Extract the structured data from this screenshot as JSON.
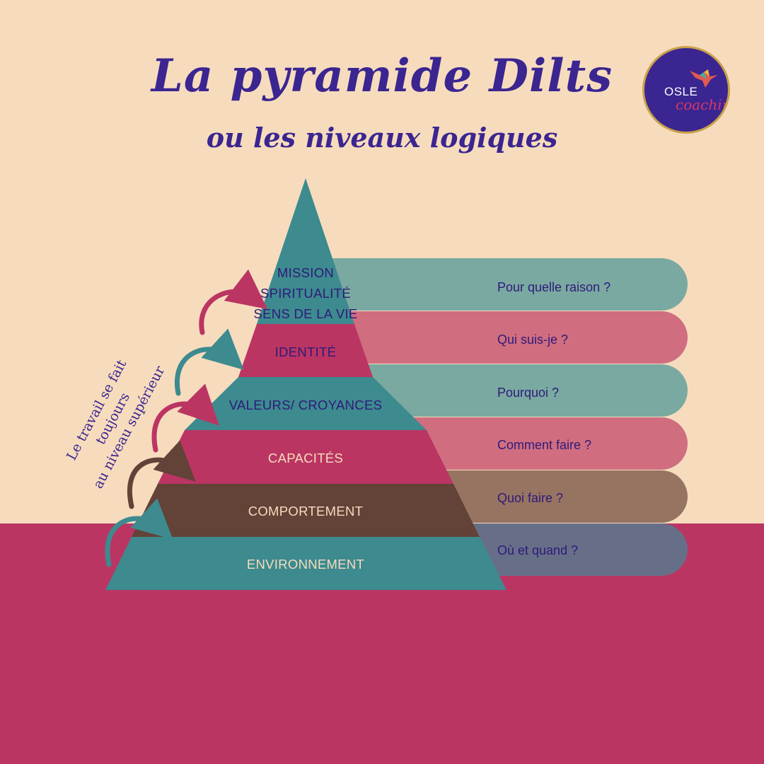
{
  "title": "La pyramide Dilts",
  "subtitle": "ou les niveaux logiques",
  "logo": {
    "text": "OSLE",
    "script": "coaching",
    "bird_icon": "hummingbird-icon"
  },
  "side_note": {
    "line1": "Le travail se fait toujours",
    "line2": "au niveau supérieur"
  },
  "levels": [
    {
      "lines": [
        "MISSION",
        "SPIRITUALITÉ",
        "SENS DE LA VIE"
      ],
      "question": "Pour quelle raison ?"
    },
    {
      "lines": [
        "IDENTITÉ"
      ],
      "question": "Qui suis-je ?"
    },
    {
      "lines": [
        "VALEURS/ CROYANCES"
      ],
      "question": "Pourquoi ?"
    },
    {
      "lines": [
        "CAPACITÉS"
      ],
      "question": "Comment faire ?"
    },
    {
      "lines": [
        "COMPORTEMENT"
      ],
      "question": "Quoi faire ?"
    },
    {
      "lines": [
        "ENVIRONNEMENT"
      ],
      "question": "Où et quand ?"
    }
  ],
  "colors": {
    "background_top": "#f6dcbd",
    "background_bottom": "#bb3563",
    "title": "#3b2590",
    "teal": "#3d8a8f",
    "raspberry": "#bb3563",
    "brown": "#634238",
    "teal_tab": "#7aa9a1",
    "pink_tab": "#d06e80",
    "brown_tab": "#977461",
    "slate_tab": "#676f88",
    "dark_text": "#2f1a7a",
    "light_text": "#f6dcbd",
    "arrow_teal": "#3d8a8f",
    "arrow_pink": "#bb3563",
    "arrow_brown": "#634238",
    "logo_bg": "#3b2590"
  }
}
